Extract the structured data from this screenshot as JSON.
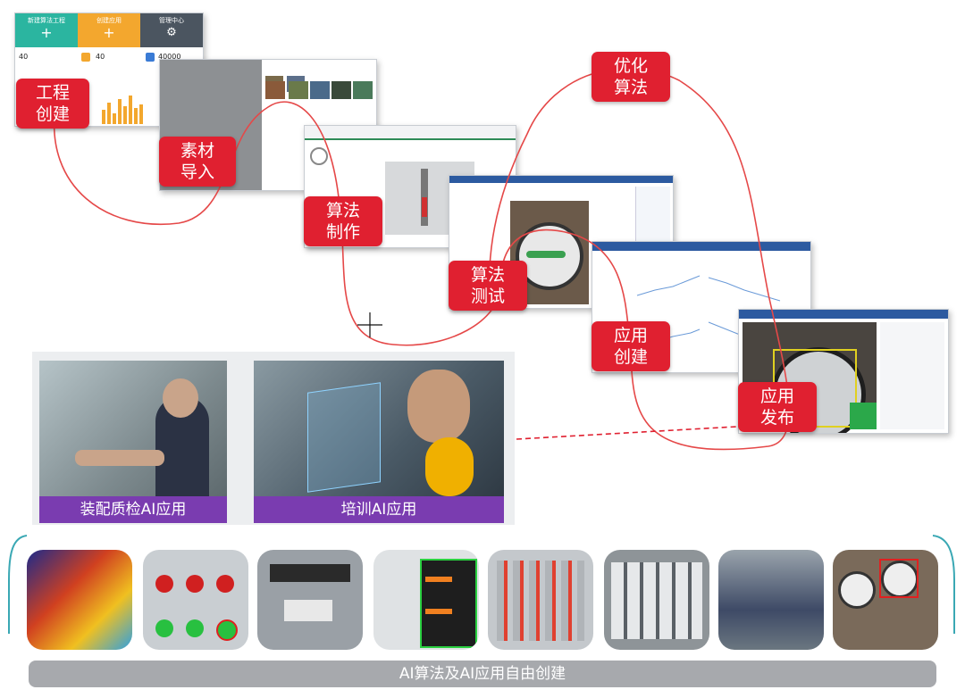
{
  "steps": {
    "project": "工程\n创建",
    "material": "素材\n导入",
    "algo_make": "算法\n制作",
    "algo_test": "算法\n测试",
    "app_create": "应用\n创建",
    "app_publish": "应用\n发布",
    "optimize": "优化\n算法"
  },
  "dashboard": {
    "tab1": "新建算法工程",
    "tab2": "创建应用",
    "tab3": "管理中心",
    "count1": "40",
    "count2": "40",
    "count3": "40000"
  },
  "cases": {
    "assembly": "装配质检AI应用",
    "training": "培训AI应用"
  },
  "footer": "AI算法及AI应用自由创建",
  "colors": {
    "tag_red": "#e02030",
    "case_purple": "#7a3cb0",
    "footer_gray": "#a7a9ad",
    "bracket_teal": "#3aa8b4"
  }
}
